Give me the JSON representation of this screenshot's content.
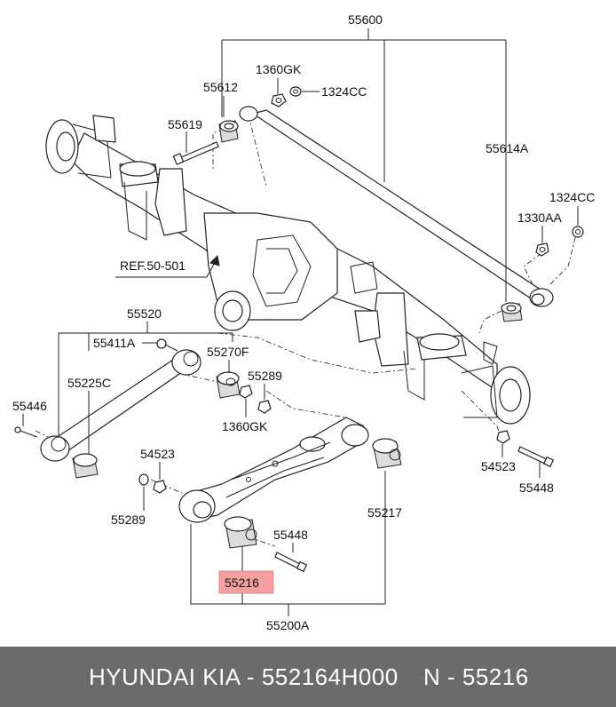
{
  "footer": {
    "part_text": "HYUNDAI  KIA - 552164H000",
    "number_text": "N - 55216"
  },
  "colors": {
    "footer_bg": "#6b6b6b",
    "highlight": "#f4a0a0"
  },
  "labels": {
    "l55600": "55600",
    "l55612": "55612",
    "l1360gk_top": "1360GK",
    "l1324cc_top": "1324CC",
    "l55619": "55619",
    "l55614a": "55614A",
    "l1324cc_right": "1324CC",
    "l1330aa": "1330AA",
    "ref": "REF.50-501",
    "l55520": "55520",
    "l55411a": "55411A",
    "l55270f": "55270F",
    "l55289_mid": "55289",
    "l55225c": "55225C",
    "l55446": "55446",
    "l1360gk_mid": "1360GK",
    "l54523_left": "54523",
    "l55289_left": "55289",
    "l55448_mid": "55448",
    "l55217": "55217",
    "l55216": "55216",
    "l55200a": "55200A",
    "l54523_right": "54523",
    "l55448_right": "55448"
  }
}
